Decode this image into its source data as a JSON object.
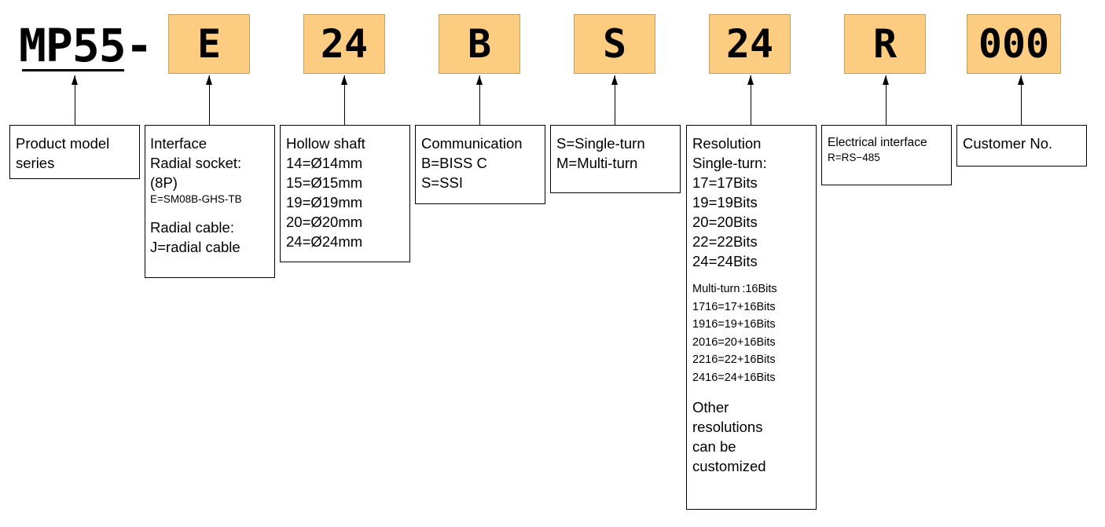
{
  "model": "MP55-",
  "codes": [
    "E",
    "24",
    "B",
    "S",
    "24",
    "R",
    "000"
  ],
  "boxes": {
    "series": [
      "Product model",
      "series"
    ],
    "interface": {
      "lines": [
        "Interface",
        "Radial socket:",
        "(8P)"
      ],
      "socket": "E=SM08B-GHS-TB",
      "cable": [
        "Radial cable:",
        "J=radial cable"
      ]
    },
    "shaft": [
      "Hollow shaft",
      "14=Ø14mm",
      "15=Ø15mm",
      "19=Ø19mm",
      "20=Ø20mm",
      "24=Ø24mm"
    ],
    "comm": [
      "Communication",
      "B=BISS C",
      "S=SSI"
    ],
    "turn": [
      "S=Single-turn",
      "M=Multi-turn"
    ],
    "resolution": {
      "head": [
        "Resolution",
        "Single-turn:",
        "17=17Bits",
        "19=19Bits",
        "20=20Bits",
        "22=22Bits",
        "24=24Bits"
      ],
      "multi": [
        "Multi-turn :16Bits",
        "1716=17+16Bits",
        "1916=19+16Bits",
        "2016=20+16Bits",
        "2216=22+16Bits",
        "2416=24+16Bits"
      ],
      "other": [
        "Other",
        "resolutions",
        "can be",
        "customized"
      ]
    },
    "electrical": [
      "Electrical interface",
      "R=RS−485"
    ],
    "customer": "Customer No."
  }
}
